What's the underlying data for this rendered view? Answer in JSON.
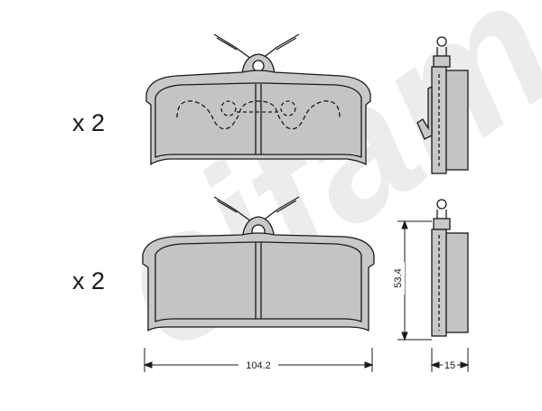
{
  "watermark": "cifam",
  "pads": [
    {
      "quantity_label": "x 2"
    },
    {
      "quantity_label": "x 2"
    }
  ],
  "dimensions": {
    "width": "104.2",
    "height": "53.4",
    "thickness": "15"
  },
  "colors": {
    "pad_fill": "#c8c8c8",
    "outline": "#1a1a1a",
    "watermark": "#ececec",
    "background": "#ffffff"
  }
}
